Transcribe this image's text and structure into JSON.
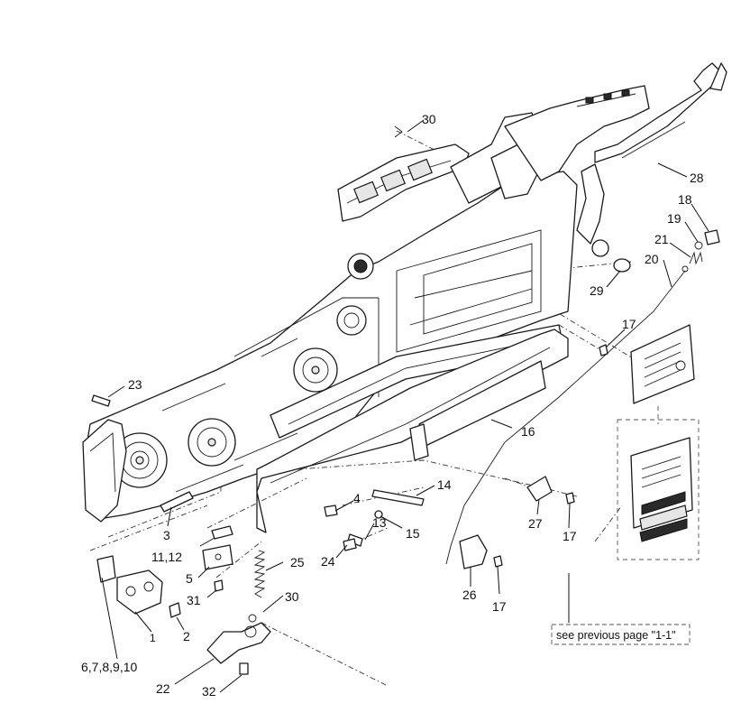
{
  "callouts": {
    "c1": "1",
    "c2": "2",
    "c3": "3",
    "c4": "4",
    "c5": "5",
    "c6": "6,7,8,9,10",
    "c11": "11,12",
    "c13": "13",
    "c14": "14",
    "c15": "15",
    "c16": "16",
    "c17a": "17",
    "c17b": "17",
    "c17c": "17",
    "c18": "18",
    "c19": "19",
    "c20": "20",
    "c21": "21",
    "c22": "22",
    "c23": "23",
    "c24": "24",
    "c25": "25",
    "c26": "26",
    "c27": "27",
    "c28": "28",
    "c29": "29",
    "c30a": "30",
    "c30b": "30",
    "c31": "31",
    "c32": "32"
  },
  "reference_note": "see previous page \"1-1\""
}
